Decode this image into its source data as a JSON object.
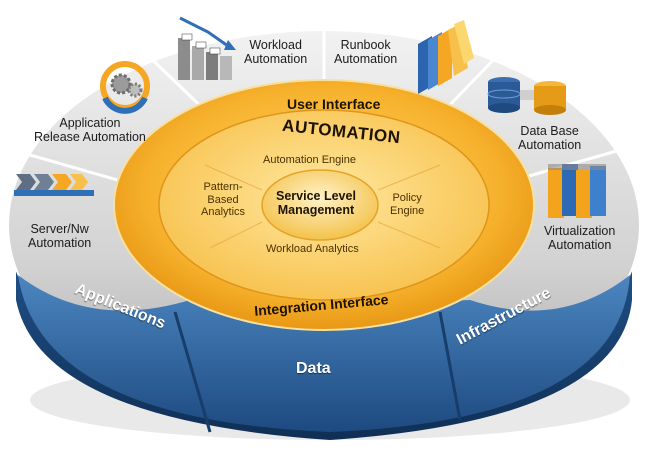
{
  "diagram": {
    "core": {
      "label_line1": "Service Level",
      "label_line2": "Management"
    },
    "automation_ring": {
      "title": "AUTOMATION",
      "items": [
        {
          "line1": "Automation Engine",
          "line2": "",
          "line3": ""
        },
        {
          "line1": "Policy",
          "line2": "Engine",
          "line3": ""
        },
        {
          "line1": "Workload Analytics",
          "line2": "",
          "line3": ""
        },
        {
          "line1": "Pattern-",
          "line2": "Based",
          "line3": "Analytics"
        }
      ]
    },
    "interfaces": {
      "top": "User Interface",
      "bottom": "Integration Interface"
    },
    "gray_segments": [
      {
        "line1": "Workload",
        "line2": "Automation",
        "icon": "building-chart-icon"
      },
      {
        "line1": "Runbook",
        "line2": "Automation",
        "icon": "book-stack-icon"
      },
      {
        "line1": "Data Base",
        "line2": "Automation",
        "icon": "database-icon"
      },
      {
        "line1": "Virtualization",
        "line2": "Automation",
        "icon": "server-rack-icon"
      },
      {
        "line1": "Server/Nw",
        "line2": "Automation",
        "icon": "server-arrows-icon"
      },
      {
        "line1": "Application",
        "line2": "Release Automation",
        "icon": "gears-icon"
      }
    ],
    "blue_segments": [
      "Applications",
      "Data",
      "Infrastructure"
    ],
    "colors": {
      "blue_dark": "#1f4f86",
      "blue_light": "#3f7bb8",
      "gray_light": "#dcdcdc",
      "gray_dark": "#9a9a9a",
      "gold_light": "#ffd15a",
      "gold_dark": "#e8920e"
    }
  }
}
